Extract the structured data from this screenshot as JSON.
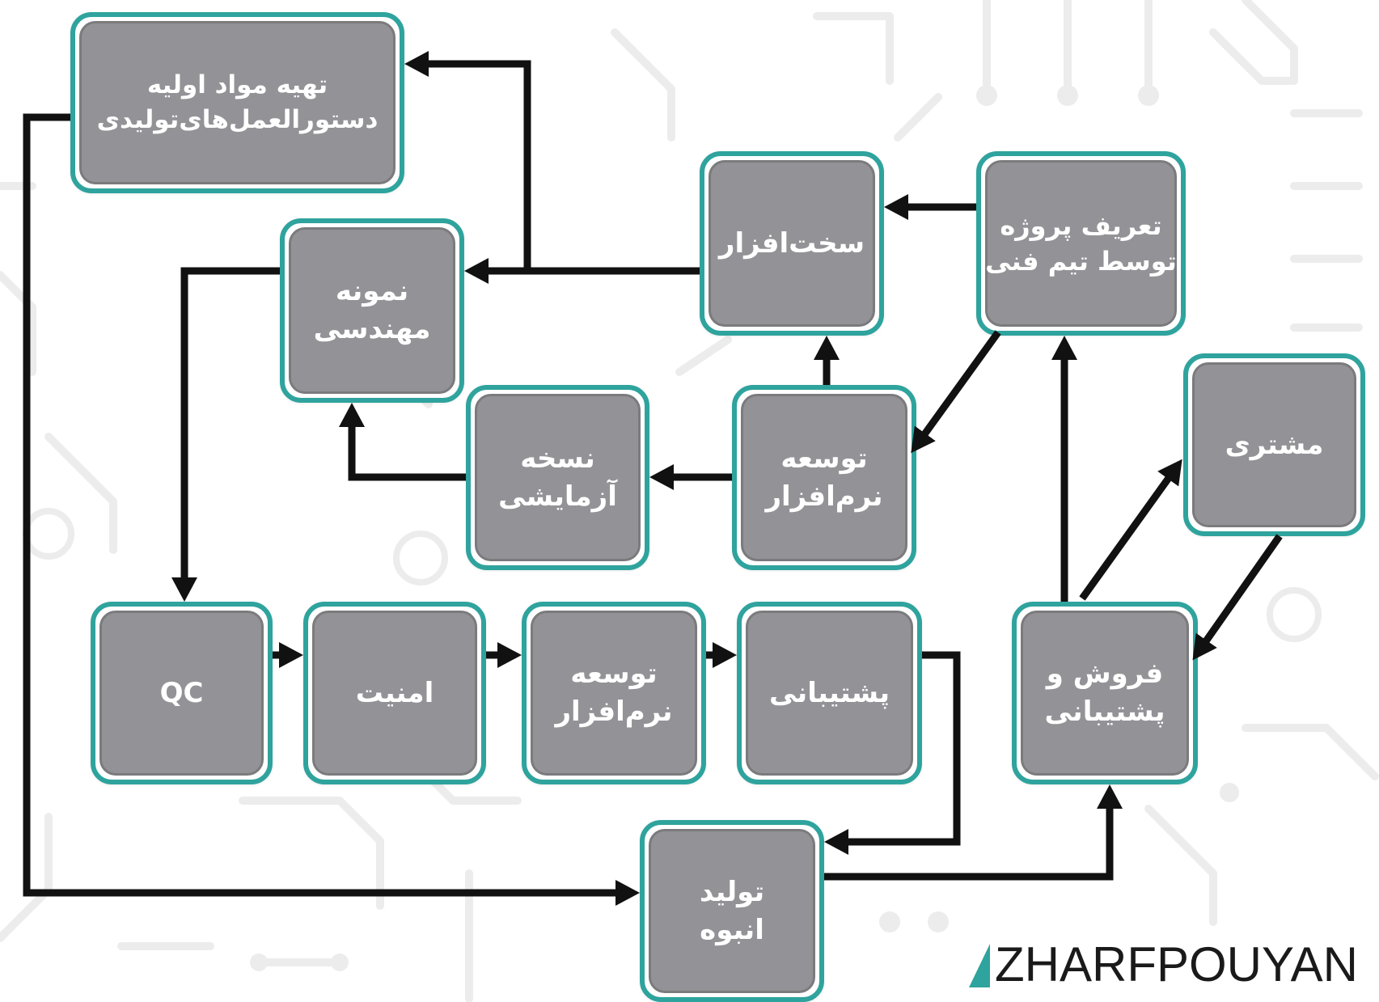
{
  "diagram": {
    "nodes": {
      "raw_materials": {
        "line1": "تهیه مواد اولیه",
        "line2": "دستورالعمل‌های‌تولیدی"
      },
      "hardware": {
        "line1": "سخت‌افزار"
      },
      "project_definition": {
        "line1": "تعریف پروژه",
        "line2": "توسط تیم فنی"
      },
      "engineering_sample": {
        "line1": "نمونه",
        "line2": "مهندسی"
      },
      "trial_version": {
        "line1": "نسخه",
        "line2": "آزمایشی"
      },
      "software_development_top": {
        "line1": "توسعه",
        "line2": "نرم‌افزار"
      },
      "customer": {
        "line1": "مشتری"
      },
      "qc": {
        "line1": "QC"
      },
      "security": {
        "line1": "امنیت"
      },
      "software_development_bottom": {
        "line1": "توسعه",
        "line2": "نرم‌افزار"
      },
      "support": {
        "line1": "پشتیبانی"
      },
      "sales_support": {
        "line1": "فروش و",
        "line2": "پشتیبانی"
      },
      "mass_production": {
        "line1": "تولید",
        "line2": "انبوه"
      }
    }
  },
  "logo": {
    "text": "ZHARFPOUYAN"
  },
  "colors": {
    "accent": "#2fa39d",
    "box_fill": "#939397",
    "box_border": "#7b7b7e",
    "arrow": "#111111",
    "text": "#ffffff",
    "background": "#ffffff",
    "circuit": "#ececec"
  }
}
